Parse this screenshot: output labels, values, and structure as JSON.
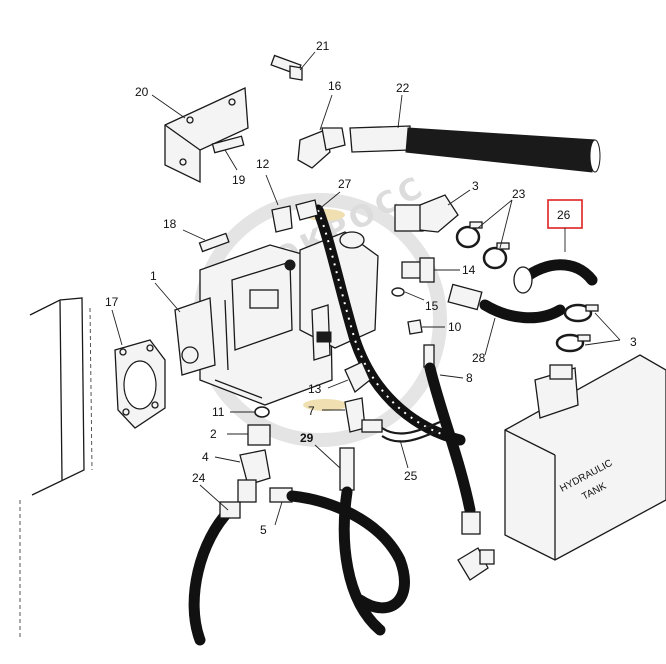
{
  "callouts": [
    {
      "id": "c1",
      "text": "1"
    },
    {
      "id": "c2",
      "text": "2"
    },
    {
      "id": "c3a",
      "text": "3"
    },
    {
      "id": "c3b",
      "text": "3"
    },
    {
      "id": "c4",
      "text": "4"
    },
    {
      "id": "c5",
      "text": "5"
    },
    {
      "id": "c7",
      "text": "7"
    },
    {
      "id": "c8",
      "text": "8"
    },
    {
      "id": "c10",
      "text": "10"
    },
    {
      "id": "c11",
      "text": "11"
    },
    {
      "id": "c12",
      "text": "12"
    },
    {
      "id": "c13",
      "text": "13"
    },
    {
      "id": "c14",
      "text": "14"
    },
    {
      "id": "c15",
      "text": "15"
    },
    {
      "id": "c16",
      "text": "16"
    },
    {
      "id": "c17",
      "text": "17"
    },
    {
      "id": "c18",
      "text": "18"
    },
    {
      "id": "c19",
      "text": "19"
    },
    {
      "id": "c20",
      "text": "20"
    },
    {
      "id": "c21",
      "text": "21"
    },
    {
      "id": "c22",
      "text": "22"
    },
    {
      "id": "c23",
      "text": "23"
    },
    {
      "id": "c24",
      "text": "24"
    },
    {
      "id": "c25",
      "text": "25"
    },
    {
      "id": "c26",
      "text": "26"
    },
    {
      "id": "c27",
      "text": "27"
    },
    {
      "id": "c28",
      "text": "28"
    },
    {
      "id": "c29",
      "text": "29"
    }
  ],
  "tank_label": {
    "line1": "HYDRAULIC",
    "line2": "TANK"
  },
  "watermark": "АГРОКРОСС",
  "colors": {
    "highlight": "#dd2222",
    "ink": "#1a1a1a",
    "watermark": "#d9d9d9"
  }
}
